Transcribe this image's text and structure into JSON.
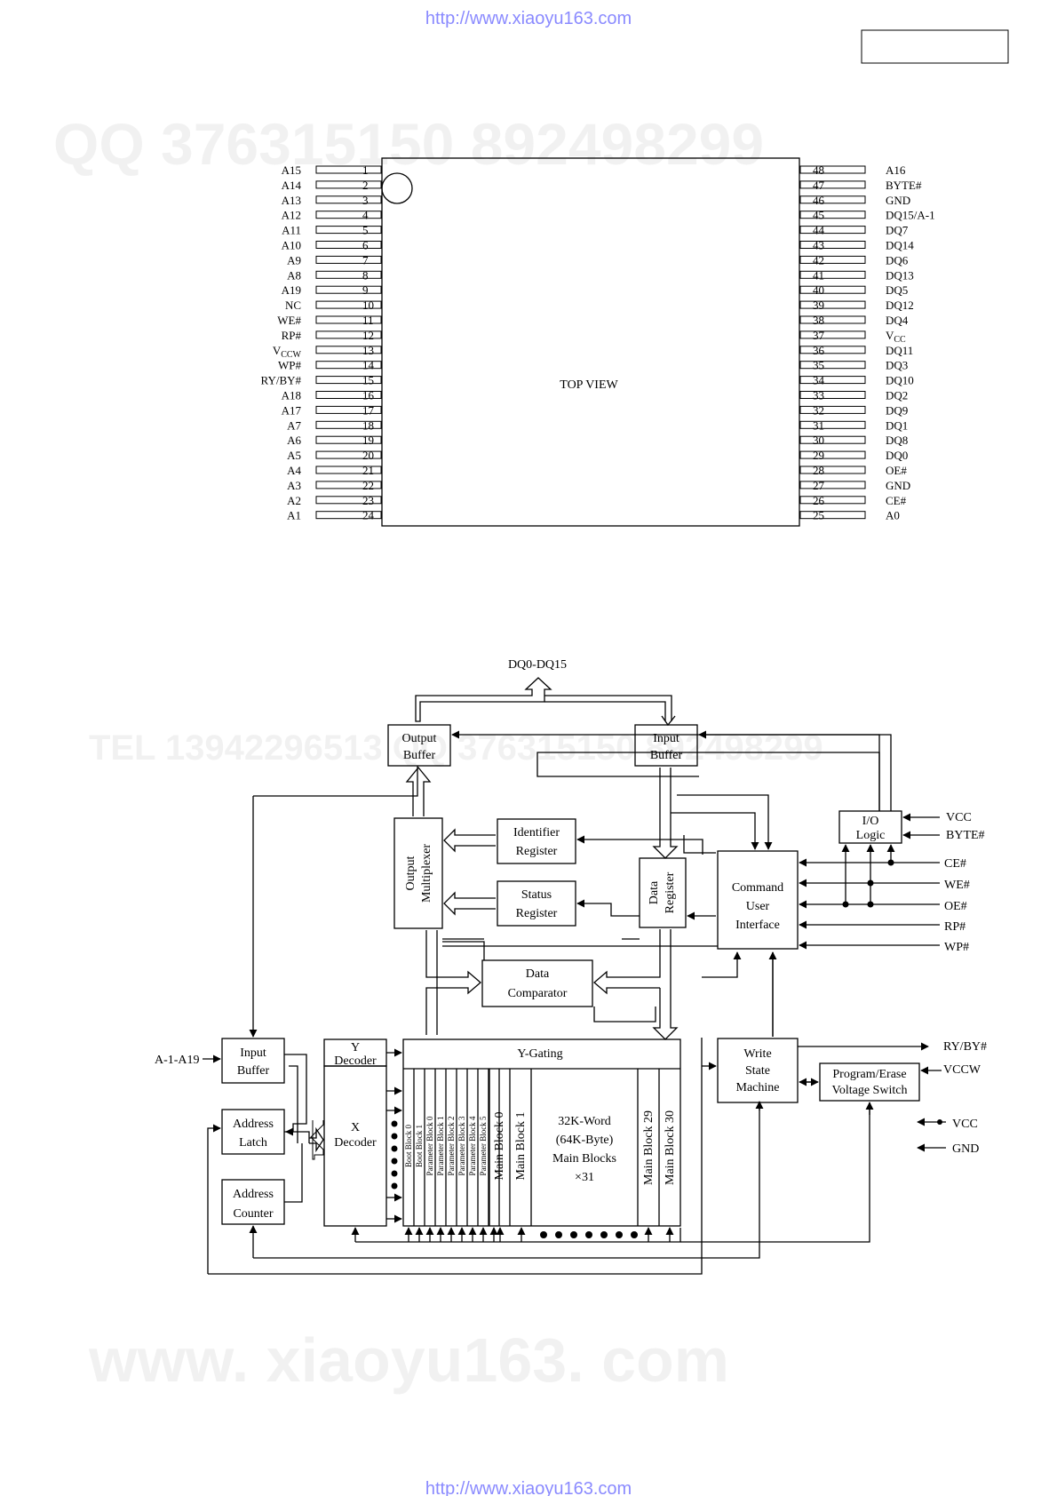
{
  "header": {
    "url": "http://www.xiaoyu163.com"
  },
  "footer": {
    "url": "http://www.xiaoyu163.com"
  },
  "watermarks": {
    "qq": "QQ 376315150   892498299",
    "tel": "TEL 13942296513   QQ 376315150   892498299",
    "site": "www. xiaoyu163. com"
  },
  "pinout": {
    "top_view_label": "TOP VIEW",
    "left_pins": [
      {
        "num": "1",
        "label": "A15"
      },
      {
        "num": "2",
        "label": "A14"
      },
      {
        "num": "3",
        "label": "A13"
      },
      {
        "num": "4",
        "label": "A12"
      },
      {
        "num": "5",
        "label": "A11"
      },
      {
        "num": "6",
        "label": "A10"
      },
      {
        "num": "7",
        "label": "A9"
      },
      {
        "num": "8",
        "label": "A8"
      },
      {
        "num": "9",
        "label": "A19"
      },
      {
        "num": "10",
        "label": "NC"
      },
      {
        "num": "11",
        "label": "WE#"
      },
      {
        "num": "12",
        "label": "RP#"
      },
      {
        "num": "13",
        "label": "VCCW"
      },
      {
        "num": "14",
        "label": "WP#"
      },
      {
        "num": "15",
        "label": "RY/BY#"
      },
      {
        "num": "16",
        "label": "A18"
      },
      {
        "num": "17",
        "label": "A17"
      },
      {
        "num": "18",
        "label": "A7"
      },
      {
        "num": "19",
        "label": "A6"
      },
      {
        "num": "20",
        "label": "A5"
      },
      {
        "num": "21",
        "label": "A4"
      },
      {
        "num": "22",
        "label": "A3"
      },
      {
        "num": "23",
        "label": "A2"
      },
      {
        "num": "24",
        "label": "A1"
      }
    ],
    "right_pins": [
      {
        "num": "48",
        "label": "A16"
      },
      {
        "num": "47",
        "label": "BYTE#"
      },
      {
        "num": "46",
        "label": "GND"
      },
      {
        "num": "45",
        "label": "DQ15/A-1"
      },
      {
        "num": "44",
        "label": "DQ7"
      },
      {
        "num": "43",
        "label": "DQ14"
      },
      {
        "num": "42",
        "label": "DQ6"
      },
      {
        "num": "41",
        "label": "DQ13"
      },
      {
        "num": "40",
        "label": "DQ5"
      },
      {
        "num": "39",
        "label": "DQ12"
      },
      {
        "num": "38",
        "label": "DQ4"
      },
      {
        "num": "37",
        "label": "VCC"
      },
      {
        "num": "36",
        "label": "DQ11"
      },
      {
        "num": "35",
        "label": "DQ3"
      },
      {
        "num": "34",
        "label": "DQ10"
      },
      {
        "num": "33",
        "label": "DQ2"
      },
      {
        "num": "32",
        "label": "DQ9"
      },
      {
        "num": "31",
        "label": "DQ1"
      },
      {
        "num": "30",
        "label": "DQ8"
      },
      {
        "num": "29",
        "label": "DQ0"
      },
      {
        "num": "28",
        "label": "OE#"
      },
      {
        "num": "27",
        "label": "GND"
      },
      {
        "num": "26",
        "label": "CE#"
      },
      {
        "num": "25",
        "label": "A0"
      }
    ]
  },
  "block_diagram": {
    "dq_bus": "DQ0-DQ15",
    "output_buffer": [
      "Output",
      "Buffer"
    ],
    "input_buffer_top": [
      "Input",
      "Buffer"
    ],
    "io_logic": [
      "I/O",
      "Logic"
    ],
    "vcc_top": "VCC",
    "byte": "BYTE#",
    "identifier_register": [
      "Identifier",
      "Register"
    ],
    "status_register": [
      "Status",
      "Register"
    ],
    "output_multiplexer": [
      "Output",
      "Multiplexer"
    ],
    "data_register": [
      "Data",
      "Register"
    ],
    "cui": [
      "Command",
      "User",
      "Interface"
    ],
    "ce": "CE#",
    "we": "WE#",
    "oe": "OE#",
    "rp": "RP#",
    "wp": "WP#",
    "data_comparator": [
      "Data",
      "Comparator"
    ],
    "address_in": "A-1-A19",
    "input_buffer_left": [
      "Input",
      "Buffer"
    ],
    "address_latch": [
      "Address",
      "Latch"
    ],
    "address_counter": [
      "Address",
      "Counter"
    ],
    "y_decoder": [
      "Y",
      "Decoder"
    ],
    "x_decoder": [
      "X",
      "Decoder"
    ],
    "y_gating": "Y-Gating",
    "small_blocks": [
      "Boot Block 0",
      "Boot Block 1",
      "Parameter Block 0",
      "Parameter Block 1",
      "Parameter Block 2",
      "Parameter Block 3",
      "Parameter Block 4",
      "Parameter Block 5"
    ],
    "main_block_0": "Main Block 0",
    "main_block_1": "Main Block 1",
    "main_blocks_text": [
      "32K-Word",
      "(64K-Byte)",
      "Main Blocks",
      "×31"
    ],
    "main_block_29": "Main Block 29",
    "main_block_30": "Main Block 30",
    "write_state_machine": [
      "Write",
      "State",
      "Machine"
    ],
    "pe_switch": [
      "Program/Erase",
      "Voltage Switch"
    ],
    "rybusy": "RY/BY#",
    "vccw": "VCCW",
    "vcc_bottom": "VCC",
    "gnd": "GND"
  }
}
